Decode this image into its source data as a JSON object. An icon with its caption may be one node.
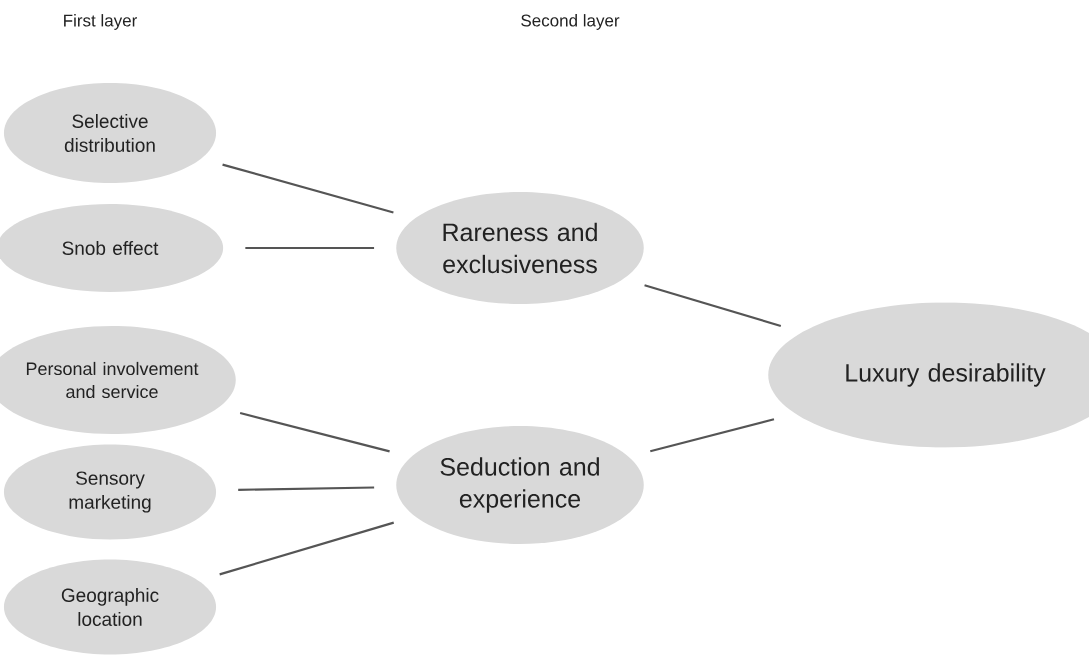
{
  "diagram": {
    "nodes": [
      {
        "text": [
          "Selective distribution"
        ]
      },
      {
        "text": [
          "Snob effect"
        ]
      },
      {
        "text": [
          "Personal involvement and service"
        ]
      },
      {
        "text": [
          "Sensory marketing"
        ]
      },
      {
        "text": [
          "Geographic location"
        ]
      },
      {
        "text": [
          "Rareness and exclusiveness"
        ]
      },
      {
        "text": [
          "Seduction and experience"
        ]
      },
      {
        "text": [
          "Luxury desirability"
        ]
      }
    ],
    "edges": [
      {
        "from": 0,
        "to": 5,
        "arrow": "none"
      },
      {
        "from": 1,
        "to": 5,
        "arrow": "none"
      },
      {
        "from": 2,
        "to": 6,
        "arrow": "none"
      },
      {
        "from": 3,
        "to": 6,
        "arrow": "none"
      },
      {
        "from": 4,
        "to": 6,
        "arrow": "none"
      },
      {
        "from": 5,
        "to": 7,
        "arrow": "none"
      },
      {
        "from": 6,
        "to": 7,
        "arrow": "none"
      }
    ],
    "labels": [
      "First layer",
      "Second layer"
    ]
  }
}
